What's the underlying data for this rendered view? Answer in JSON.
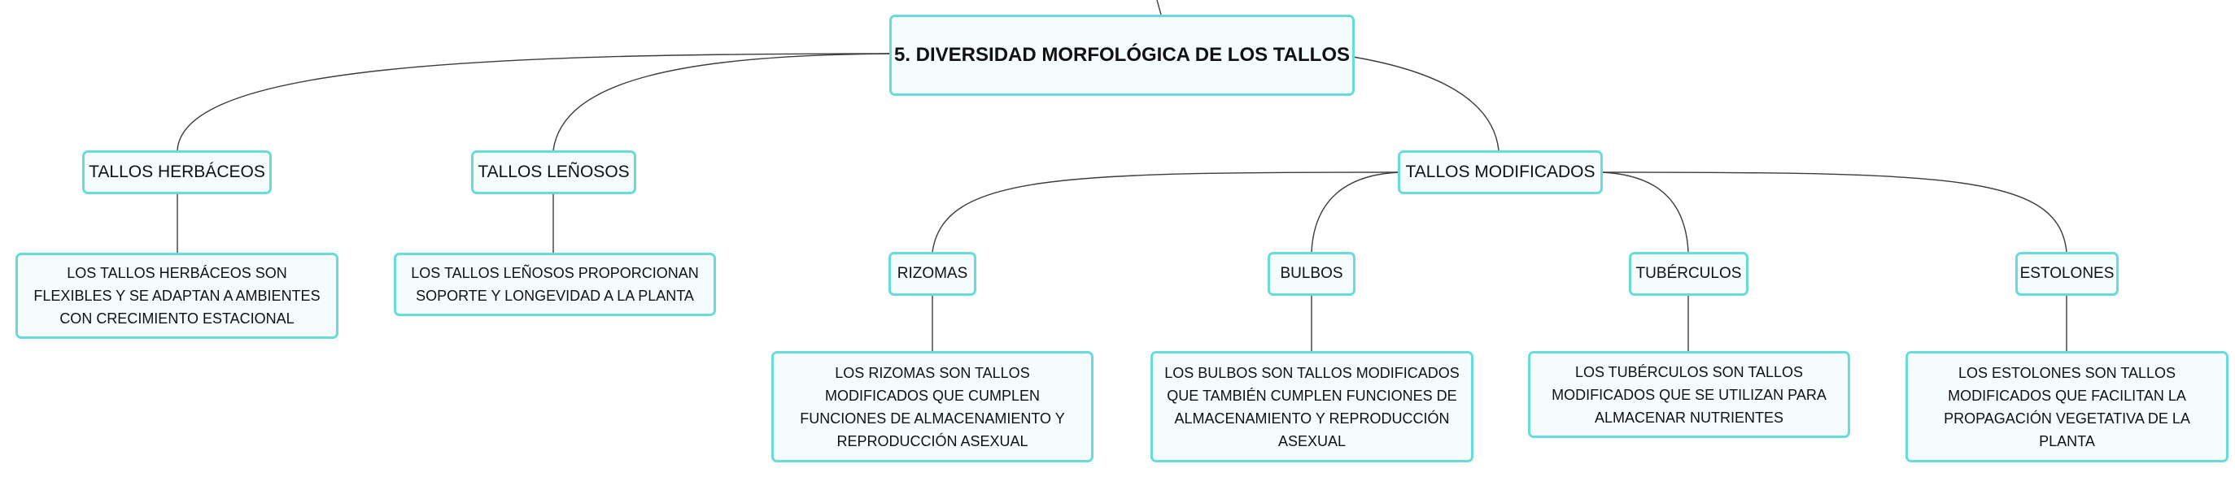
{
  "root": {
    "label": "5. DIVERSIDAD MORFOLÓGICA DE LOS TALLOS"
  },
  "branches": {
    "herbaceos": {
      "label": "TALLOS HERBÁCEOS",
      "description": "LOS TALLOS HERBÁCEOS SON FLEXIBLES Y SE ADAPTAN A AMBIENTES CON CRECIMIENTO ESTACIONAL"
    },
    "lenosos": {
      "label": "TALLOS LEÑOSOS",
      "description": "LOS TALLOS LEÑOSOS PROPORCIONAN SOPORTE Y LONGEVIDAD A LA PLANTA"
    },
    "modificados": {
      "label": "TALLOS MODIFICADOS",
      "children": {
        "rizomas": {
          "label": "RIZOMAS",
          "description": "LOS RIZOMAS SON TALLOS MODIFICADOS QUE CUMPLEN FUNCIONES DE ALMACENAMIENTO Y REPRODUCCIÓN ASEXUAL"
        },
        "bulbos": {
          "label": "BULBOS",
          "description": "LOS BULBOS SON TALLOS MODIFICADOS QUE TAMBIÉN CUMPLEN FUNCIONES DE ALMACENAMIENTO Y REPRODUCCIÓN ASEXUAL"
        },
        "tuberculos": {
          "label": "TUBÉRCULOS",
          "description": "LOS TUBÉRCULOS SON TALLOS MODIFICADOS QUE SE UTILIZAN PARA ALMACENAR NUTRIENTES"
        },
        "estolones": {
          "label": "ESTOLONES",
          "description": "LOS ESTOLONES SON TALLOS MODIFICADOS QUE FACILITAN LA PROPAGACIÓN VEGETATIVA DE LA PLANTA"
        }
      }
    }
  },
  "colors": {
    "node_border": "#68dbdc",
    "node_fill": "#f4fcfd",
    "connector": "#3c3c3c"
  }
}
